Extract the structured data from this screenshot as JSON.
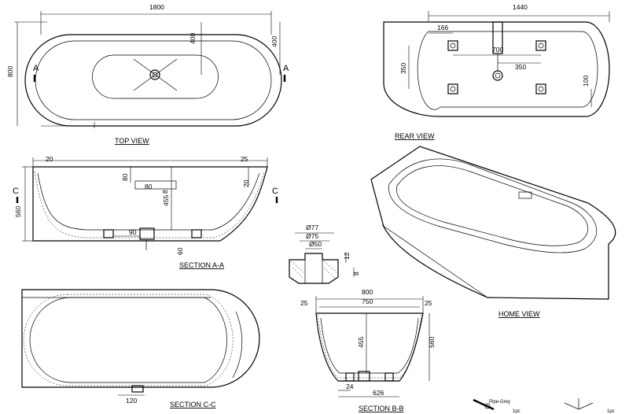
{
  "views": {
    "top": {
      "title": "TOP VIEW",
      "length": "1800",
      "width": "800",
      "half_width_a": "400",
      "half_width_b": "400",
      "section_mark_left": "A",
      "section_mark_right": "A"
    },
    "rear": {
      "title": "REAR VIEW",
      "length": "1440",
      "d166": "166",
      "d700": "700",
      "d350h": "350",
      "d350v": "350",
      "d100": "100"
    },
    "section_a": {
      "title": "SECTION A-A",
      "d20": "20",
      "d25": "25",
      "d80a": "80",
      "d80b": "80",
      "d8": "8",
      "d20v": "20",
      "d455": "455",
      "d560": "560",
      "d90": "90",
      "d60": "60",
      "mark_left": "C",
      "mark_right": "C"
    },
    "waste": {
      "d77": "Ø77",
      "d75": "Ø75",
      "d50": "Ø50",
      "d12": "12",
      "d8": "8"
    },
    "home": {
      "title": "HOME VIEW"
    },
    "section_c": {
      "title": "SECTION C-C",
      "d120": "120"
    },
    "section_b": {
      "title": "SECTION B-B",
      "width": "800",
      "inner": "750",
      "d25a": "25",
      "d25b": "25",
      "d455": "455",
      "d560": "560",
      "d24": "24",
      "d626": "626"
    },
    "legend": {
      "line1": "Pipe-Grey",
      "line2": "1pc",
      "line3": "1pc"
    }
  }
}
